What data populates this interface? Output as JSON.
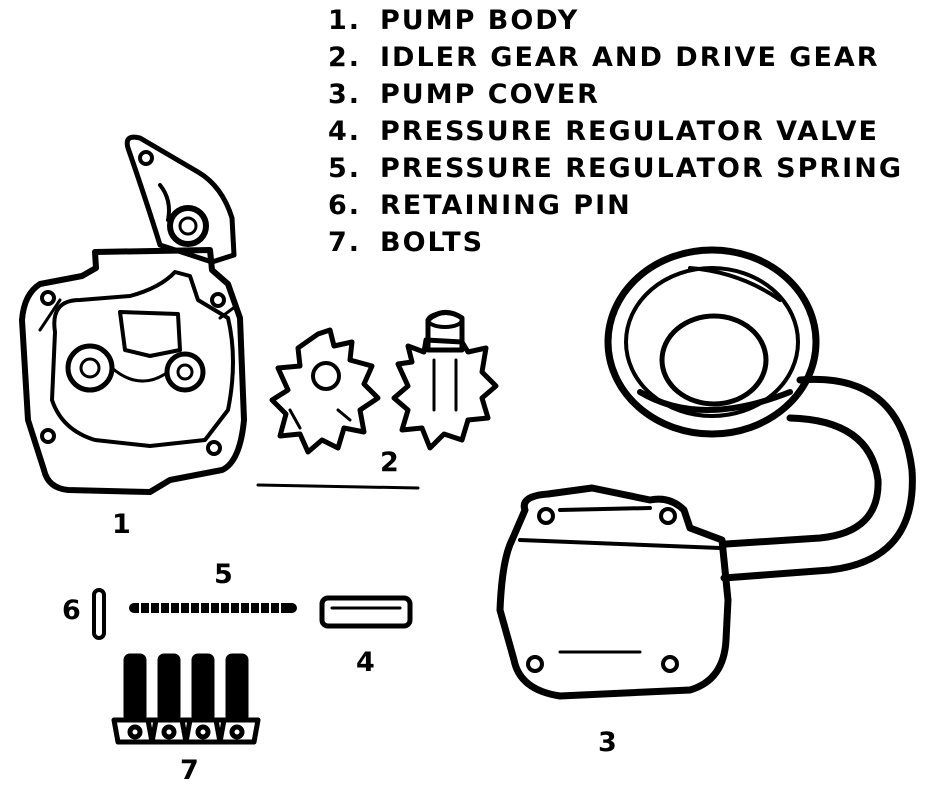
{
  "legend": [
    {
      "num": "1.",
      "label": "PUMP BODY"
    },
    {
      "num": "2.",
      "label": "IDLER GEAR AND DRIVE GEAR"
    },
    {
      "num": "3.",
      "label": "PUMP COVER"
    },
    {
      "num": "4.",
      "label": "PRESSURE REGULATOR VALVE"
    },
    {
      "num": "5.",
      "label": "PRESSURE REGULATOR SPRING"
    },
    {
      "num": "6.",
      "label": "RETAINING PIN"
    },
    {
      "num": "7.",
      "label": "BOLTS"
    }
  ],
  "callouts": {
    "pump_body": "1",
    "gears": "2",
    "pump_cover": "3",
    "regulator_valve": "4",
    "regulator_spring": "5",
    "retaining_pin": "6",
    "bolts": "7"
  }
}
